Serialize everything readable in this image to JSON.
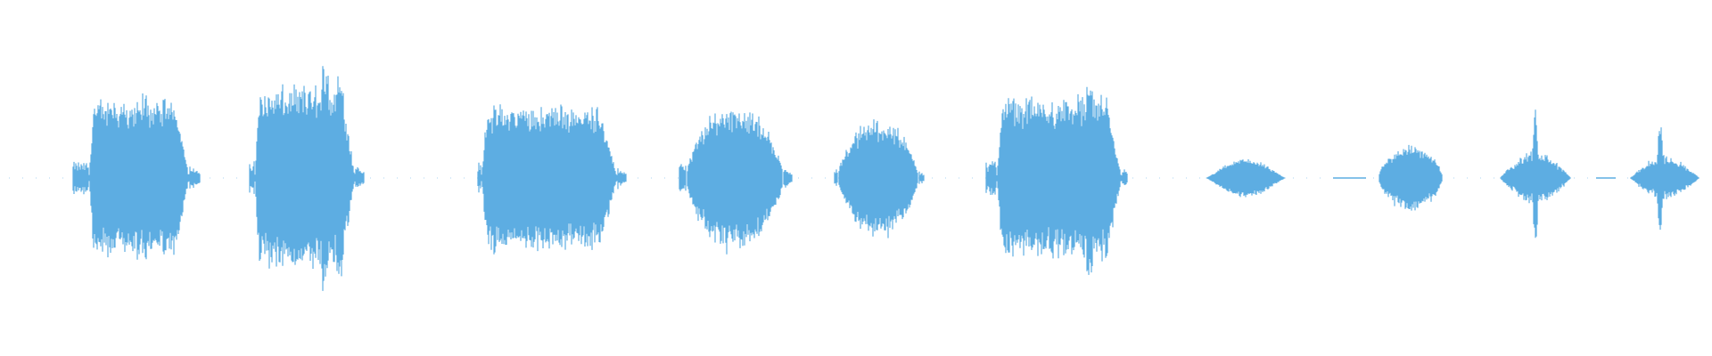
{
  "waveform": {
    "color": "#5dade2",
    "background": "#ffffff",
    "bursts": [
      {
        "id": 1,
        "peak_amplitude": 0.86
      },
      {
        "id": 2,
        "peak_amplitude": 1.0
      },
      {
        "id": 3,
        "peak_amplitude": 0.8
      },
      {
        "id": 4,
        "peak_amplitude": 0.78
      },
      {
        "id": 5,
        "peak_amplitude": 0.62
      },
      {
        "id": 6,
        "peak_amplitude": 0.88
      },
      {
        "id": 7,
        "peak_amplitude": 0.2
      },
      {
        "id": 8,
        "peak_amplitude": 0.35
      },
      {
        "id": 9,
        "peak_amplitude": 0.78
      },
      {
        "id": 10,
        "peak_amplitude": 0.65
      }
    ]
  }
}
